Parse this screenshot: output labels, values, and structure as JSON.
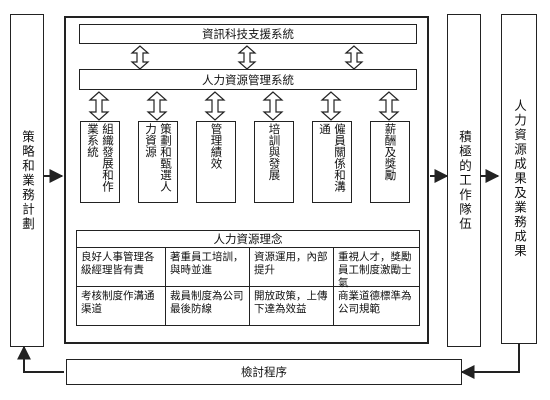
{
  "left_box": "策略和業務計劃",
  "top_system": "資訊科技支援系統",
  "hr_system": "人力資源管理系統",
  "functions": [
    {
      "label": "組織發展和作業系統"
    },
    {
      "label": "策劃和甄選人力資源"
    },
    {
      "label": "管理績效"
    },
    {
      "label": "培訓與發展"
    },
    {
      "label": "僱員關係和溝通"
    },
    {
      "label": "薪酬及獎勵"
    }
  ],
  "concept_title": "人力資源理念",
  "concepts": [
    {
      "label": "良好人事管理各級經理皆有責"
    },
    {
      "label": "著重員工培訓，與時並進"
    },
    {
      "label": "資源運用，內部提升"
    },
    {
      "label": "重視人才，獎勵員工制度激勵士氣"
    },
    {
      "label": "考核制度作溝通渠道"
    },
    {
      "label": "裁員制度為公司最後防線"
    },
    {
      "label": "開放政策，上傳下達為效益"
    },
    {
      "label": "商業道德標準為公司規範"
    }
  ],
  "teamwork_box": "積極的工作隊伍",
  "result_box": "人力資源成果及業務成果",
  "review_box": "檢討程序"
}
